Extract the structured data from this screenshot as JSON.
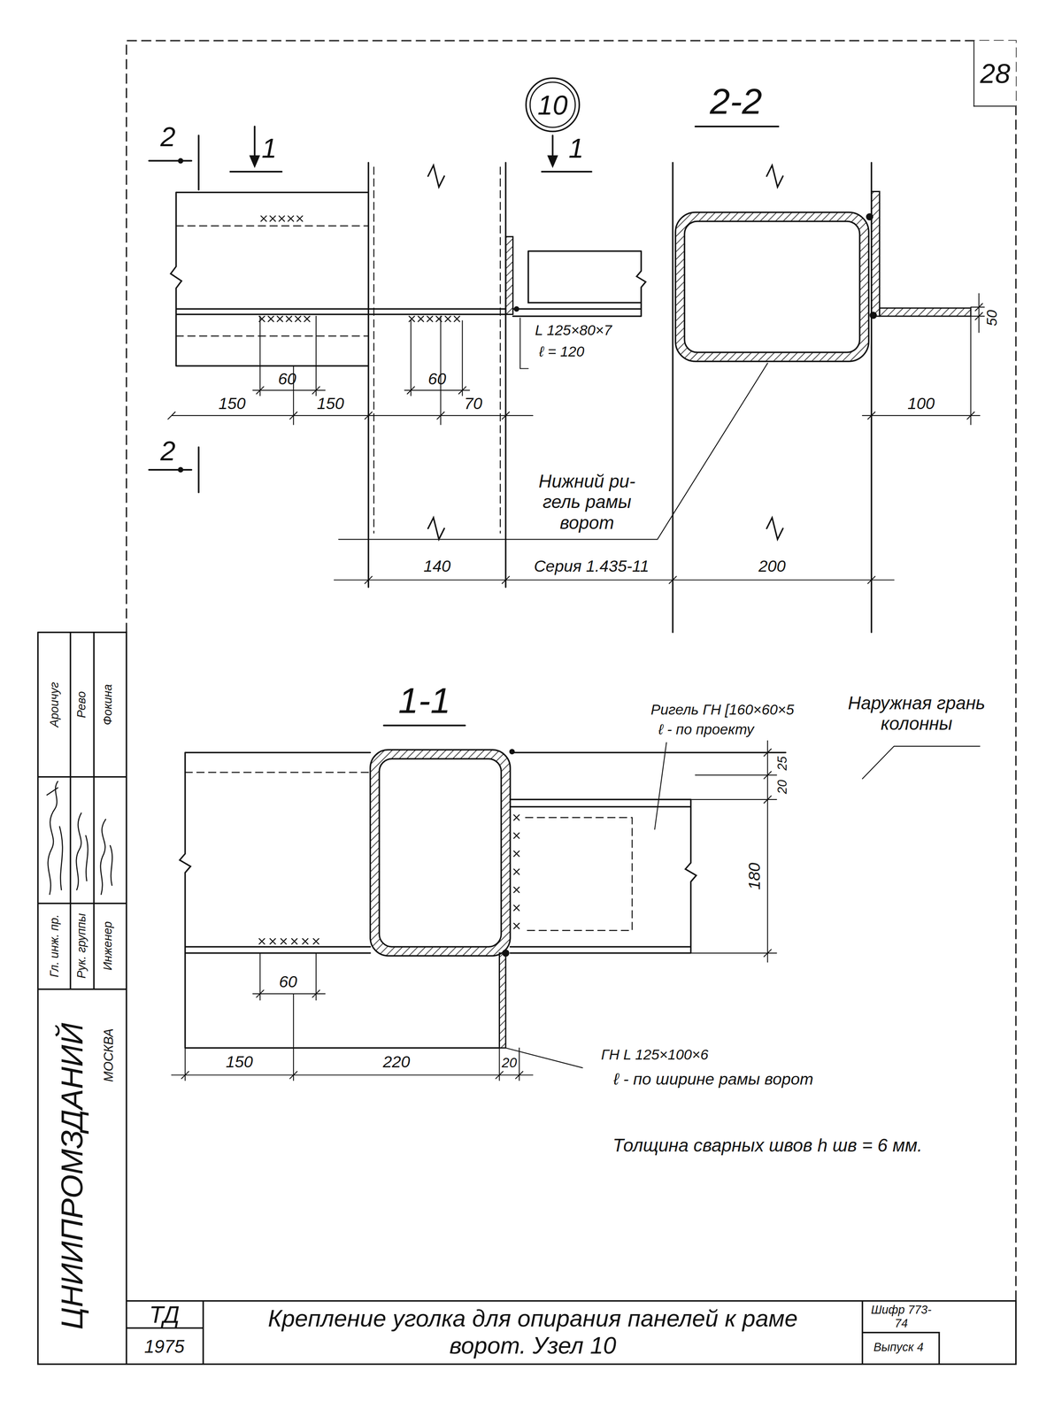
{
  "diagram": {
    "title": "Крепление уголка для опирания панелей к раме ворот. Узел 10",
    "nodes": [
      {
        "text": [
          "10"
        ]
      },
      {
        "text": [
          "28"
        ]
      }
    ],
    "labels": [
      "2",
      "1",
      "1",
      "2-2",
      "L 125×80×7",
      "ℓ = 120",
      "60",
      "60",
      "150",
      "150",
      "70",
      "100",
      "50",
      "2",
      "Нижний ри- гель рамы ворот",
      "140",
      "Серия 1.435-11",
      "200",
      "1-1",
      "Ригель ГН [160×60×5",
      "ℓ - по проекту",
      "Наружная грань колонны",
      "20",
      "25",
      "180",
      "60",
      "150",
      "220",
      "20",
      "ГН L 125×100×6",
      "ℓ - по ширине рамы ворот",
      "Толщина сварных швов h шв = 6 мм.",
      "ЦНИИПРОМЗДАНИЙ",
      "МОСКВА",
      "Гл. инж. пр.",
      "Рук. группы",
      "Инженер",
      "Ароичуг",
      "Рево",
      "Фокина",
      "ТД",
      "1975",
      "Шифр 773-74",
      "Выпуск 4"
    ]
  }
}
